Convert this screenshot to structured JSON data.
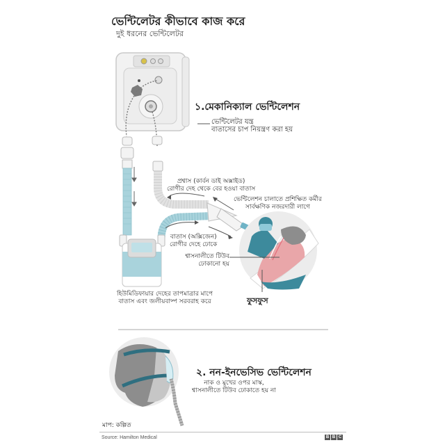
{
  "header": {
    "title": "ভেন্টিলেটর কীভাবে কাজ করে",
    "subtitle": "দুই ধরনের ভেন্টিলেটর"
  },
  "section1": {
    "heading": "১.মেকানিক্যাল ভেন্টিলেশন",
    "labels": {
      "ventilator_line1": "ভেন্টিলেটর যন্ত্র",
      "ventilator_line2": "বাতাসের চাপ নিয়ন্ত্রণ করা হয়",
      "exhale_line1": "প্রশ্বাস (কার্বন ডাই অক্সাইড)",
      "exhale_line2": "রোগীর দেহ থেকে বের হওয়া বাতাস",
      "staff_line1": "ভেন্টিলেশন চালাতে প্রশিক্ষিত কর্মীর",
      "staff_line2": "সার্বক্ষণিক নজরদারী লাগে",
      "inhale_line1": "বাতাস (অক্সিজেন)",
      "inhale_line2": "রোগীর দেহে ঢোকে",
      "tube_line1": "শ্বাসনালীতে টিউব",
      "tube_line2": "ঢোকানো হয়",
      "humidifier_line1": "হিউমিডিফায়ার দেহের তাপমাত্রার মাপে",
      "humidifier_line2": "বাতাস এবং জলীয়বাষ্প সরবরাহ করে",
      "lungs": "ফুসফুস"
    }
  },
  "section2": {
    "heading": "২. নন-ইনভেসিভ ভেন্টিলেশন",
    "desc_line1": "নাক ও মুখের ওপর মাস্ক,",
    "desc_line2": "শ্বাসনালীতে টিউব ঢোকাতে হয় না"
  },
  "footer": {
    "scale_note": "মাপ: কল্পিত",
    "source": "Source: Hamilton Medical",
    "logo": [
      "B",
      "B",
      "C"
    ]
  },
  "colors": {
    "tube_blue": "#a9d3dc",
    "teal": "#3d8a9c",
    "device_grey": "#e6e6e6",
    "lung_pink": "#e9a6a9",
    "circle_grey": "#ececec",
    "dark_grey": "#8d8d8d"
  },
  "icons": {
    "ventilator": "ventilator-machine-icon",
    "humidifier": "humidifier-icon",
    "patient": "intubated-patient-icon",
    "mask": "mask-head-icon"
  }
}
